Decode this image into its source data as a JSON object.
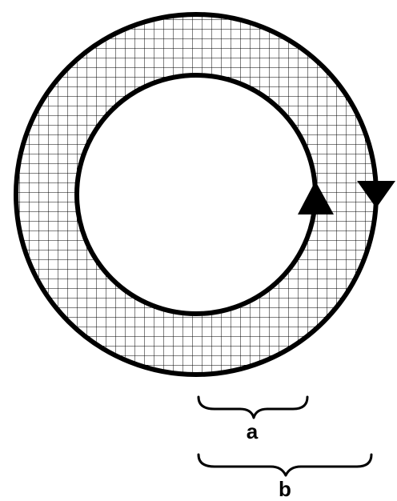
{
  "diagram": {
    "labels": {
      "inner_radius": "a",
      "outer_radius": "b"
    },
    "colors": {
      "stroke": "#000000",
      "grid": "#000000",
      "fill": "#ffffff"
    },
    "fill_pattern": "square-grid",
    "inner_circle_arrow": "counterclockwise",
    "outer_circle_arrow": "clockwise"
  }
}
